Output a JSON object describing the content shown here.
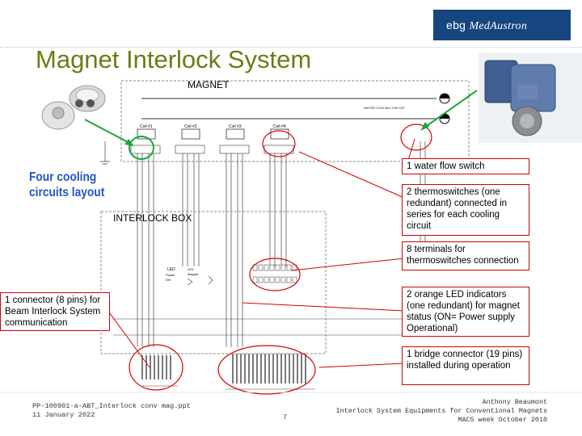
{
  "slide": {
    "title": "Magnet Interlock System",
    "logo_text_a": "ebg ",
    "logo_text_b": "MedAustron",
    "magnet_label": "MAGNET",
    "interlock_box_label": "INTERLOCK BOX",
    "four_cooling_line1": "Four cooling",
    "four_cooling_line2": "circuits layout",
    "callouts": {
      "water_flow": "1 water flow switch",
      "thermoswitches": "2 thermoswitches (one redundant) connected in series for each cooling circuit",
      "terminals": "8 terminals for thermoswitches connection",
      "connector": "1 connector (8 pins) for Beam Interlock System communication",
      "led": "2 orange LED indicators (one redundant) for magnet status (ON= Power supply Operational)",
      "bridge": "1 bridge connector (19 pins) installed during operation"
    },
    "footer": {
      "left_line1": "PP-100901-a-ABT_Interlock conv mag.ppt",
      "left_line2": "11 January 2022",
      "page_number": "7",
      "right_line1": "Anthony Beaumont",
      "right_line2": "Interlock System Equipments for Conventional Magnets",
      "right_line3": "MAC5 week October 2010"
    }
  },
  "colors": {
    "title": "#6d7a16",
    "accent_blue": "#2255c4",
    "logo_bg": "#16457f",
    "callout_border": "#d40000",
    "green_arrow": "#1aa63a"
  },
  "icons": [
    "thermoswitch-photo",
    "flow-switch-photo",
    "wiring-schematic"
  ]
}
